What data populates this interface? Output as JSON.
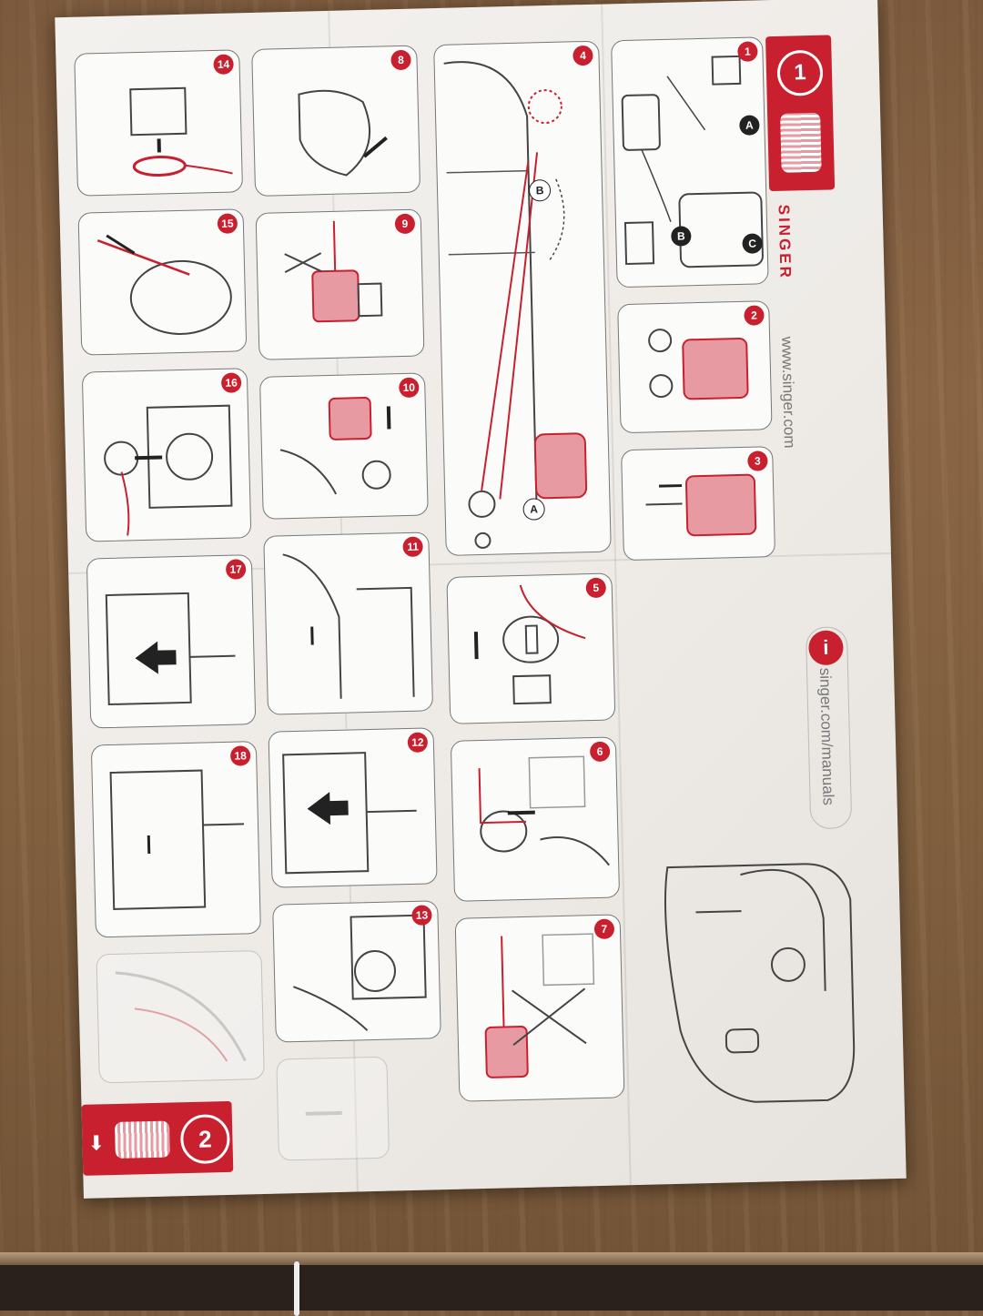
{
  "brand": {
    "name": "SINGER",
    "website": "www.singer.com",
    "manuals_url": "singer.com/manuals",
    "info_icon": "info-icon"
  },
  "sections": [
    {
      "label": "1",
      "icon": "bobbin-icon"
    },
    {
      "label": "2",
      "icon": "bobbin-down-arrow-icon"
    }
  ],
  "steps": [
    "1",
    "2",
    "3",
    "4",
    "5",
    "6",
    "7",
    "8",
    "9",
    "10",
    "11",
    "12",
    "13",
    "14",
    "15",
    "16",
    "17",
    "18"
  ],
  "step1_callouts": [
    "A",
    "B",
    "C"
  ],
  "step4_callouts": [
    "A",
    "B"
  ],
  "colors": {
    "accent": "#c8202f",
    "paper": "#f2f0ed",
    "line": "#777777"
  }
}
